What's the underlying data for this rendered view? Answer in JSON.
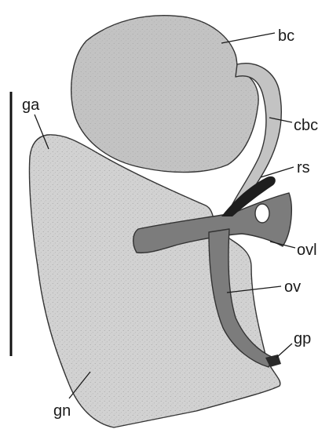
{
  "figure": {
    "labels": {
      "bc": "bc",
      "cbc": "cbc",
      "rs": "rs",
      "ga": "ga",
      "ovl": "ovl",
      "ov": "ov",
      "gp": "gp",
      "gn": "gn"
    },
    "colors": {
      "bursa": "#c3c3c3",
      "gland": "#d2d2d2",
      "oviduct": "#7c7c7c",
      "receptaculum": "#1e1e1e",
      "outline": "#333333",
      "scale_bar": "#111111"
    },
    "scale_bar": {
      "orientation": "vertical",
      "label": ""
    }
  }
}
